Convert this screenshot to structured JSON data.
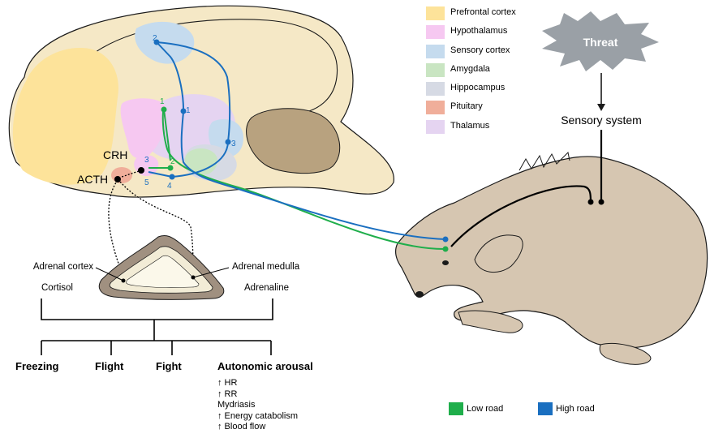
{
  "legend": [
    {
      "label": "Prefrontal cortex",
      "color": "#fde39a"
    },
    {
      "label": "Hypothalamus",
      "color": "#f6c8f1"
    },
    {
      "label": "Sensory cortex",
      "color": "#c5dbee"
    },
    {
      "label": "Amygdala",
      "color": "#c9e5c2"
    },
    {
      "label": "Hippocampus",
      "color": "#d6dae4"
    },
    {
      "label": "Pituitary",
      "color": "#f0ae9a"
    },
    {
      "label": "Thalamus",
      "color": "#e5d4f1"
    }
  ],
  "threat": {
    "label": "Threat",
    "color": "#9aa0a6"
  },
  "sensory_system": "Sensory system",
  "brain_labels": {
    "crh": "CRH",
    "acth": "ACTH"
  },
  "high_road_numbers": [
    "1",
    "2",
    "3",
    "4",
    "5"
  ],
  "low_road_numbers": [
    "1",
    "2",
    "3"
  ],
  "adrenal": {
    "cortex": "Adrenal cortex",
    "medulla": "Adrenal medulla",
    "cortisol": "Cortisol",
    "adrenaline": "Adrenaline"
  },
  "responses": {
    "freezing": "Freezing",
    "flight": "Flight",
    "fight": "Fight",
    "autonomic": "Autonomic arousal"
  },
  "arousal_items": [
    "↑ HR",
    "↑ RR",
    "Mydriasis",
    "↑ Energy catabolism",
    "↑ Blood flow"
  ],
  "roads": {
    "low": {
      "label": "Low road",
      "color": "#1fae4b"
    },
    "high": {
      "label": "High road",
      "color": "#1a6fc0"
    }
  },
  "colors": {
    "skull": "#f5e8c6",
    "body": "#d6c6b1",
    "cerebellum": "#b8a27f",
    "outline": "#1a1a1a"
  }
}
